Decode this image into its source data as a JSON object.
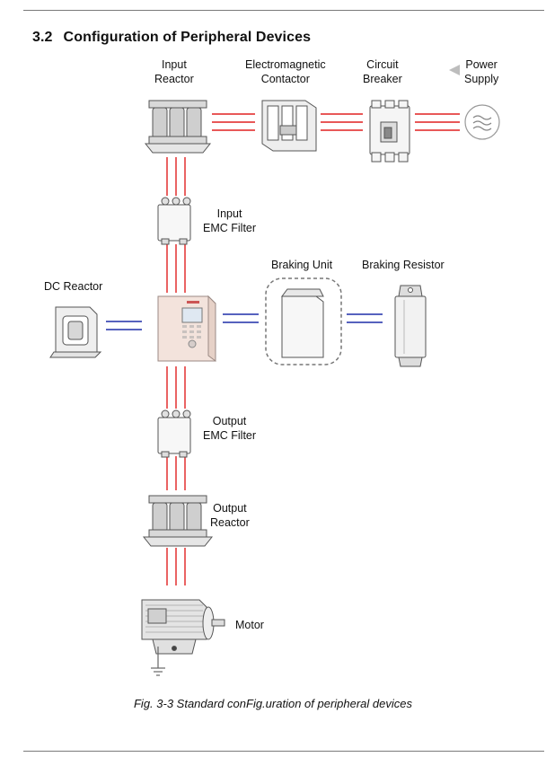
{
  "section": {
    "number": "3.2",
    "title": "Configuration of Peripheral Devices"
  },
  "labels": {
    "input_reactor": [
      "Input",
      "Reactor"
    ],
    "contactor": [
      "Electromagnetic",
      "Contactor"
    ],
    "breaker": [
      "Circuit",
      "Breaker"
    ],
    "power_supply": [
      "Power",
      "Supply"
    ],
    "input_emc": [
      "Input",
      "EMC Filter"
    ],
    "braking_unit": "Braking Unit",
    "braking_resistor": "Braking Resistor",
    "dc_reactor": "DC Reactor",
    "output_emc": [
      "Output",
      "EMC Filter"
    ],
    "output_reactor": [
      "Output",
      "Reactor"
    ],
    "motor": "Motor"
  },
  "caption": "Fig. 3-3 Standard conFig.uration of peripheral devices",
  "colors": {
    "ac_line": "#e02020",
    "dc_line": "#1f2fa8",
    "device_stroke": "#555555",
    "inverter_body": "#f3e3dc"
  }
}
